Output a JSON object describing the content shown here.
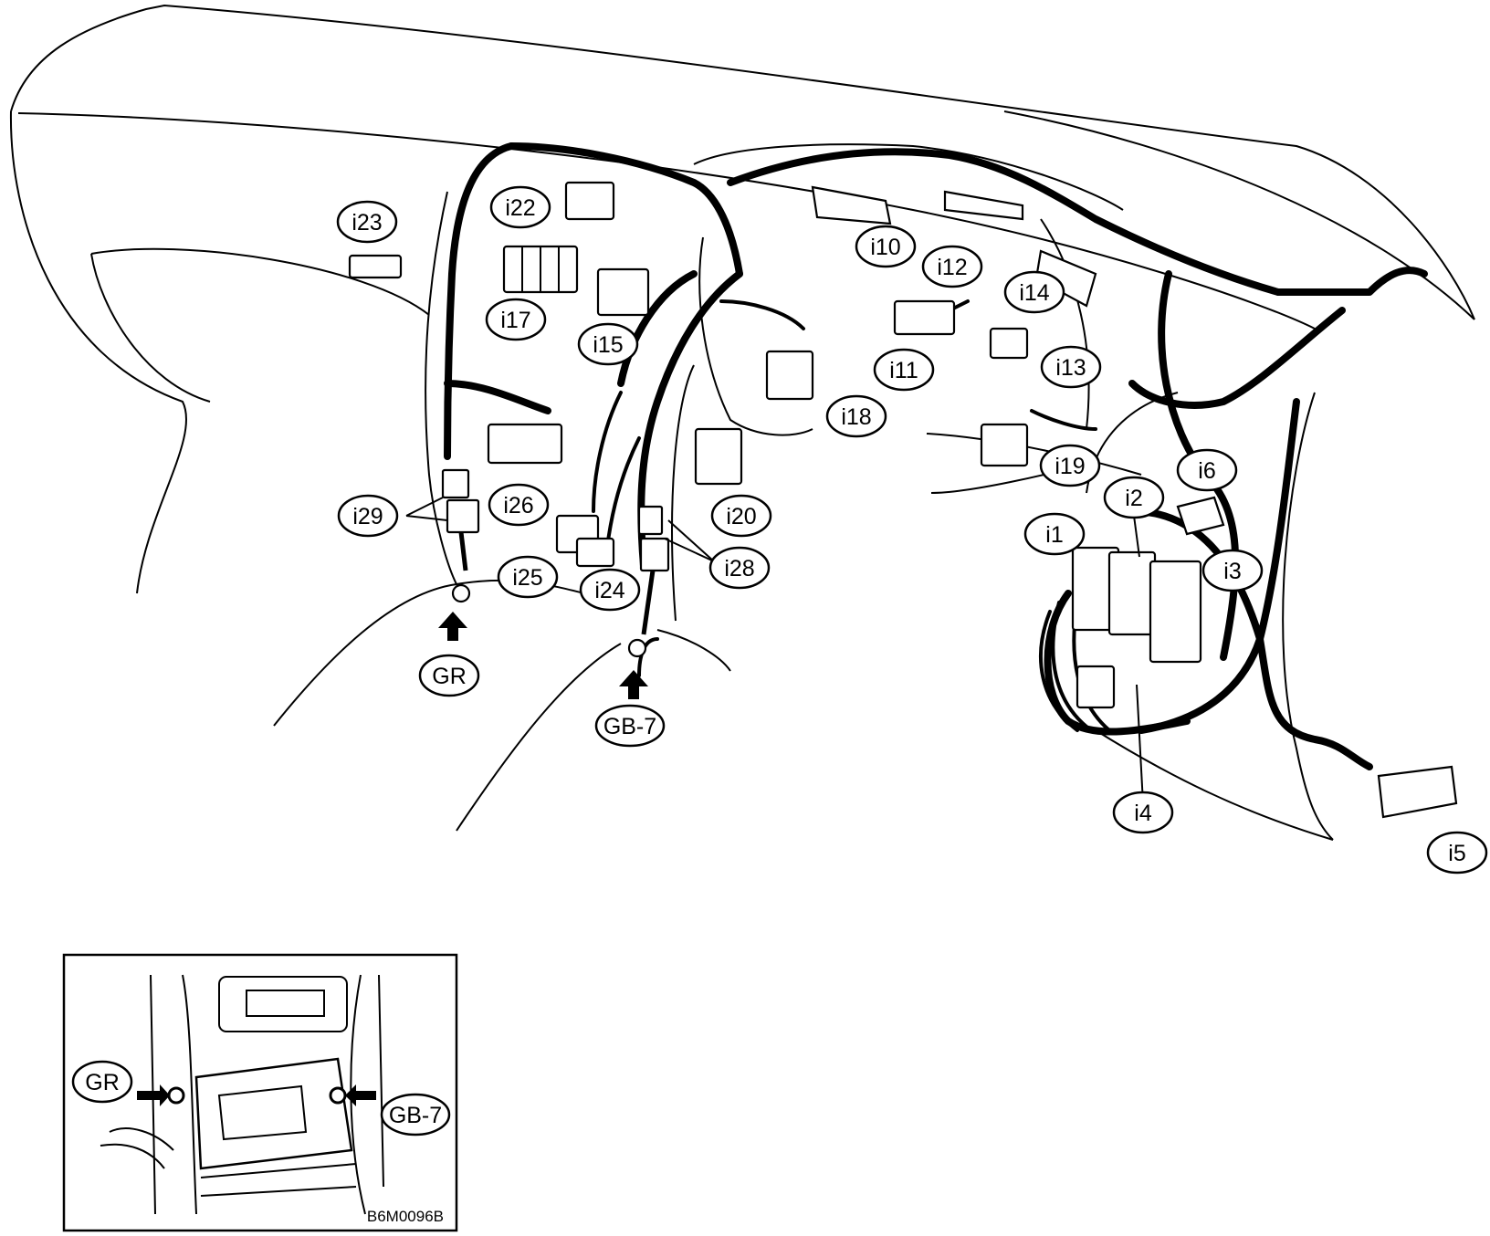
{
  "connectors": [
    "i1",
    "i2",
    "i3",
    "i4",
    "i5",
    "i6",
    "i10",
    "i11",
    "i12",
    "i13",
    "i14",
    "i15",
    "i17",
    "i18",
    "i19",
    "i20",
    "i22",
    "i23",
    "i24",
    "i25",
    "i26",
    "i28",
    "i29"
  ],
  "grounds": [
    "GR",
    "GB-7"
  ],
  "inset": {
    "grounds": [
      "GR",
      "GB-7"
    ],
    "code": "B6M0096B"
  },
  "colors": {
    "ink": "#000000",
    "paper": "#ffffff"
  }
}
